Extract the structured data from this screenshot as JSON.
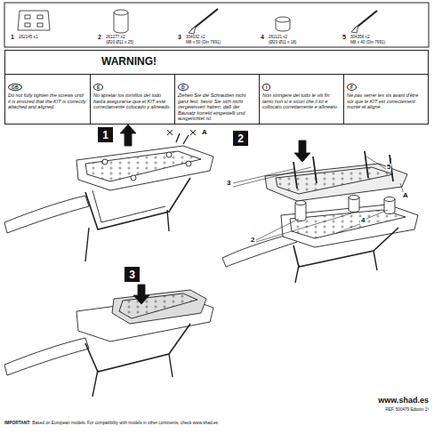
{
  "diagram": {
    "nodes": [
      {
        "text": [
          "WARNING!"
        ]
      },
      {
        "text": [
          "GB",
          "Do not fully tighten the screws until it is ensured that the KIT is correctly attached and aligned."
        ],
        "in": 0
      },
      {
        "text": [
          "E",
          "No apretar los tornillos del todo hasta asegurarse que el KIT esté correctamente colocado y alineado."
        ],
        "in": 0
      },
      {
        "text": [
          "D",
          "Ziehen Sie die Schrauben nicht ganz fest, bevor Sie sich nicht vergewissert haben, daß der Bausatz korrekt eingestellt und ausgerichtet ist."
        ],
        "in": 0
      },
      {
        "text": [
          "I",
          "Non stringere del tutto le viti fin tanto non si è sicuri che il kit è collocato correttamente e allineato."
        ],
        "in": 0
      },
      {
        "text": [
          "F",
          "Ne pas serrer les vis avant d'être sûr que le KIT est correctement monté et aligné."
        ],
        "in": 0
      },
      {
        "text": [
          "1"
        ]
      },
      {
        "text": [
          "2"
        ]
      },
      {
        "text": [
          "3"
        ]
      }
    ],
    "labels": [
      "1",
      "262145 x1",
      "2",
      "261277 x2",
      "(Ø20 Ø11 x 25)",
      "3",
      "304032 x2",
      "M8 x 50 (Din 7991)",
      "4",
      "261121 x2",
      "(Ø20 Ø11 x 18)",
      "5",
      "304356 x2",
      "M8 x 40 (Din 7991)",
      "A",
      "3",
      "5",
      "A",
      "2",
      "4",
      "www.shad.es",
      "REF. 500479 Edición 1ª",
      "IMPORTANT:",
      "Based on European models. For compatibility with models in other continents, check www.shad.es"
    ]
  }
}
